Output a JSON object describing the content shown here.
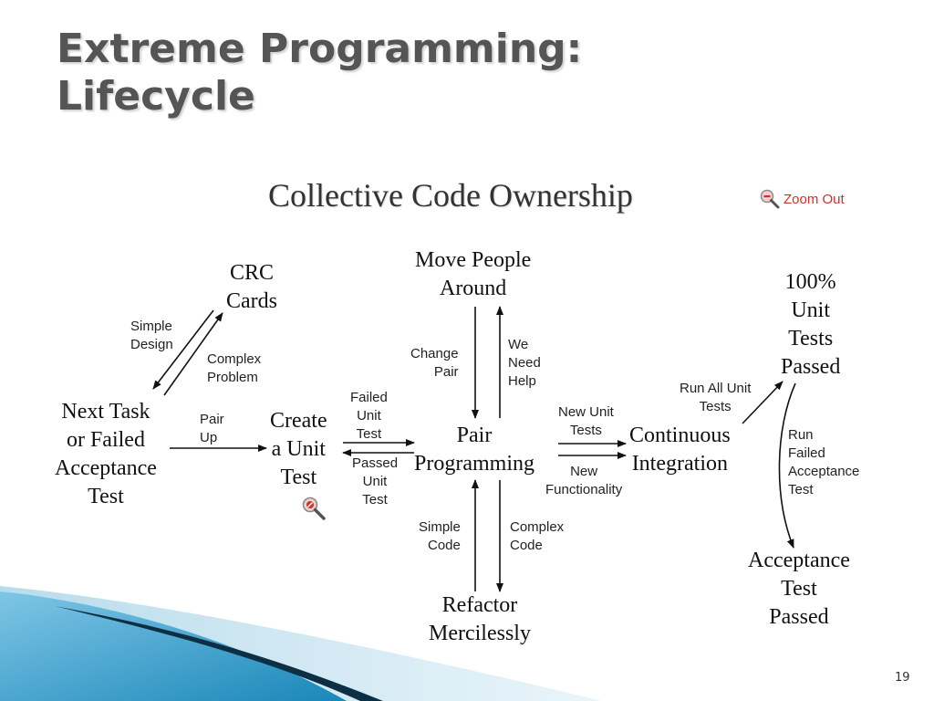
{
  "slide": {
    "title_lines": [
      "Extreme Programming:",
      "Lifecycle"
    ],
    "page_number": "19"
  },
  "diagram": {
    "title": "Collective Code Ownership",
    "zoom_out_label": "Zoom Out",
    "nodes": {
      "crc_cards": [
        "CRC",
        "Cards"
      ],
      "move_people": [
        "Move People",
        "Around"
      ],
      "unit_tests_passed": [
        "100%",
        "Unit",
        "Tests",
        "Passed"
      ],
      "next_task": [
        "Next Task",
        "or Failed",
        "Acceptance",
        "Test"
      ],
      "create_unit_test": [
        "Create",
        "a Unit",
        "Test"
      ],
      "pair_programming": [
        "Pair",
        "Programming"
      ],
      "continuous_integration": [
        "Continuous",
        "Integration"
      ],
      "refactor": [
        "Refactor",
        "Mercilessly"
      ],
      "acceptance_passed": [
        "Acceptance",
        "Test",
        "Passed"
      ]
    },
    "edge_labels": {
      "simple_design": [
        "Simple",
        "Design"
      ],
      "complex_problem": [
        "Complex",
        "Problem"
      ],
      "change_pair": [
        "Change",
        "Pair"
      ],
      "we_need_help": [
        "We",
        "Need",
        "Help"
      ],
      "pair_up": [
        "Pair",
        "Up"
      ],
      "failed_unit_test": [
        "Failed",
        "Unit",
        "Test"
      ],
      "passed_unit_test": [
        "Passed",
        "Unit",
        "Test"
      ],
      "new_unit_tests": [
        "New Unit",
        "Tests"
      ],
      "new_functionality": [
        "New",
        "Functionality"
      ],
      "run_all_unit_tests": [
        "Run All Unit",
        "Tests"
      ],
      "run_failed_acceptance": [
        "Run",
        "Failed",
        "Acceptance",
        "Test"
      ],
      "simple_code": [
        "Simple",
        "Code"
      ],
      "complex_code": [
        "Complex",
        "Code"
      ]
    }
  },
  "colors": {
    "title": "#555555",
    "zoom_link": "#d0302a",
    "accent_blue": "#1e8fc0",
    "accent_dark": "#0d2f44"
  }
}
